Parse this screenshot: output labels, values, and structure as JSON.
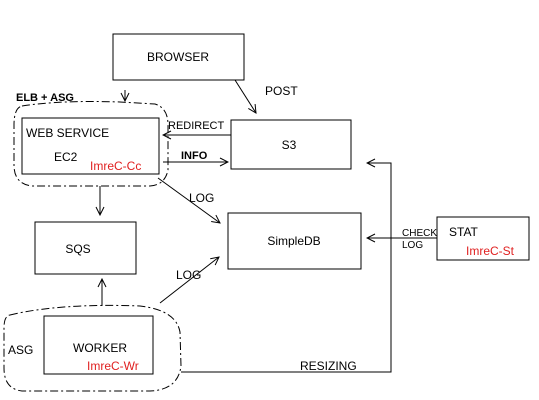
{
  "nodes": {
    "browser": {
      "label": "BROWSER"
    },
    "web_service": {
      "line1": "WEB SERVICE",
      "line2": "EC2",
      "owner": "ImreC-Cc"
    },
    "s3": {
      "label": "S3"
    },
    "sqs": {
      "label": "SQS"
    },
    "simpledb": {
      "label": "SimpleDB"
    },
    "worker": {
      "label": "WORKER",
      "owner": "ImreC-Wr"
    },
    "stat": {
      "label": "STAT",
      "owner": "ImreC-St"
    }
  },
  "groups": {
    "elb_asg": {
      "label": "ELB + ASG"
    },
    "asg": {
      "label": "ASG"
    }
  },
  "edges": {
    "post": {
      "label": "POST"
    },
    "redirect": {
      "label": "REDIRECT"
    },
    "info": {
      "label": "INFO"
    },
    "log_web": {
      "label": "LOG"
    },
    "log_worker": {
      "label": "LOG"
    },
    "check_log": {
      "line1": "CHECK",
      "line2": "LOG"
    },
    "resizing": {
      "label": "RESIZING"
    }
  },
  "colors": {
    "stroke": "#000000",
    "owner_text": "#e02020"
  }
}
